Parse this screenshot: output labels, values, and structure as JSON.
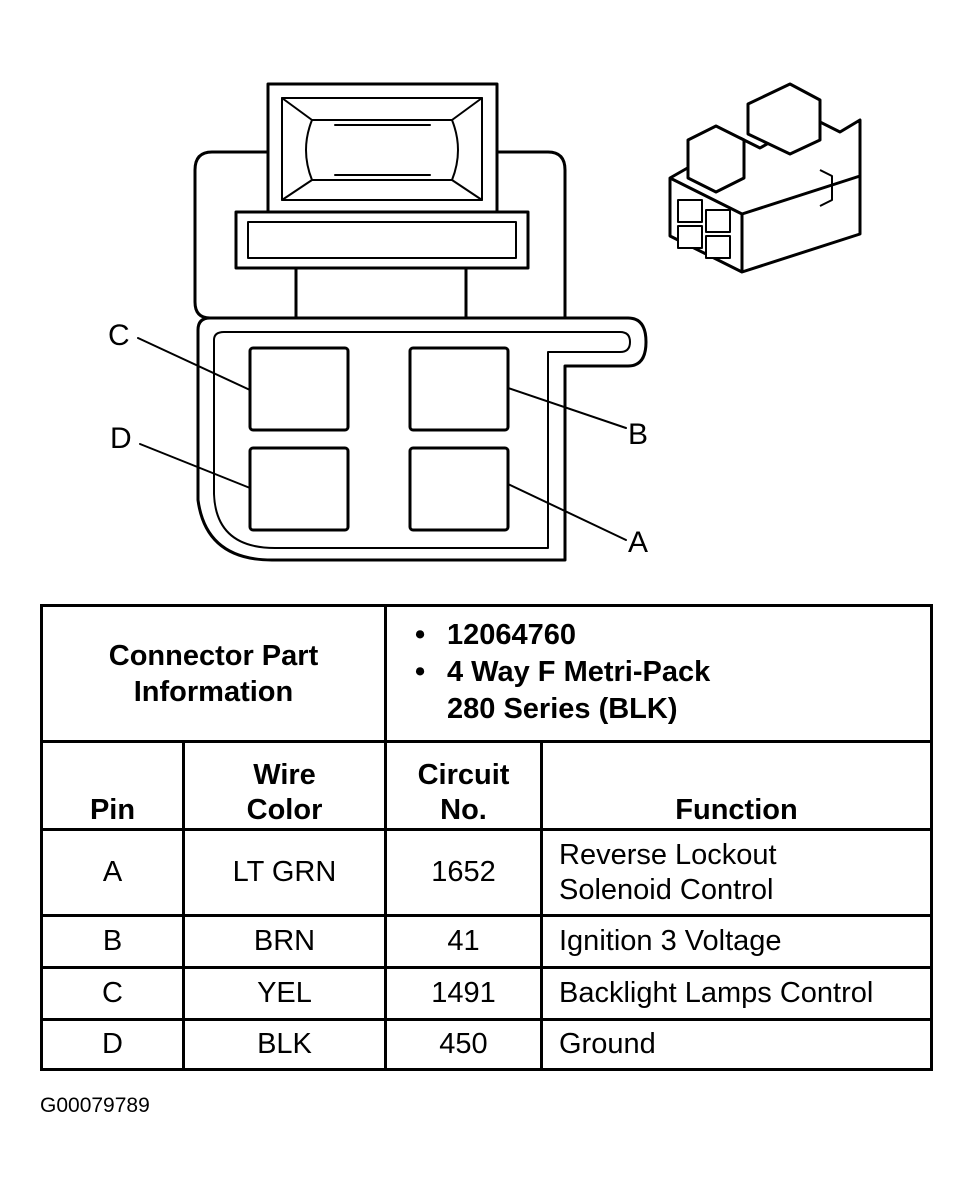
{
  "pin_callouts": {
    "c": "C",
    "d": "D",
    "b": "B",
    "a": "A"
  },
  "connector_info": {
    "label": "Connector Part Information",
    "part_number": "12064760",
    "description_line1": "4 Way F Metri-Pack",
    "description_line2": "280 Series (BLK)"
  },
  "table": {
    "headers": {
      "pin": "Pin",
      "wire_color": "Wire Color",
      "circuit_no": "Circuit No.",
      "function": "Function"
    },
    "rows": [
      {
        "pin": "A",
        "wire_color": "LT GRN",
        "circuit": "1652",
        "function_line1": "Reverse Lockout",
        "function_line2": "Solenoid Control"
      },
      {
        "pin": "B",
        "wire_color": "BRN",
        "circuit": "41",
        "function_line1": "Ignition 3 Voltage"
      },
      {
        "pin": "C",
        "wire_color": "YEL",
        "circuit": "1491",
        "function_line1": "Backlight Lamps Control"
      },
      {
        "pin": "D",
        "wire_color": "BLK",
        "circuit": "450",
        "function_line1": "Ground"
      }
    ]
  },
  "figure_id": "G00079789"
}
